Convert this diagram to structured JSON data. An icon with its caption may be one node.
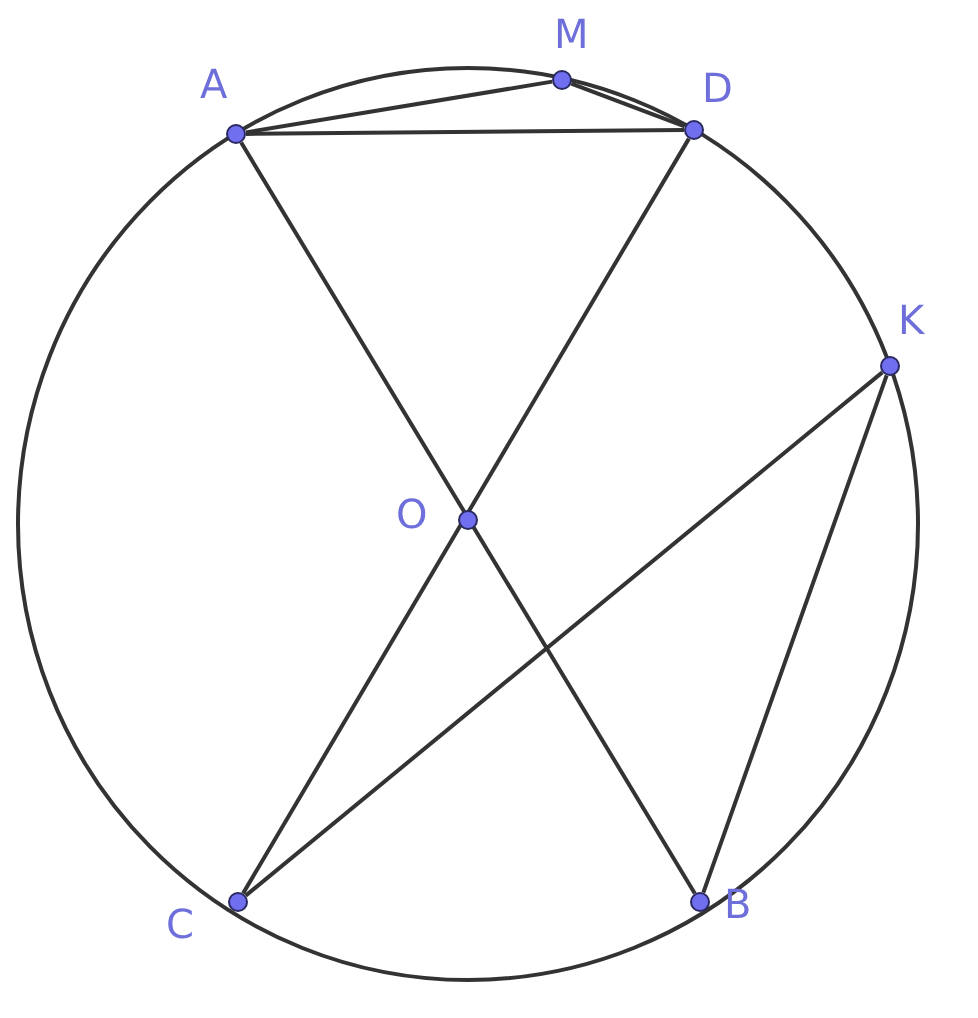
{
  "diagram": {
    "nodes": [
      {
        "text": [
          "A"
        ]
      },
      {
        "text": [
          "M"
        ]
      },
      {
        "text": [
          "D"
        ]
      },
      {
        "text": [
          "K"
        ]
      },
      {
        "text": [
          "O"
        ]
      },
      {
        "text": [
          "C"
        ]
      },
      {
        "text": [
          "B"
        ]
      }
    ],
    "edges": [
      {
        "from": 0,
        "to": 1,
        "arrow": "none"
      },
      {
        "from": 1,
        "to": 2,
        "arrow": "none"
      },
      {
        "from": 0,
        "to": 2,
        "arrow": "none"
      },
      {
        "from": 0,
        "to": 6,
        "arrow": "none"
      },
      {
        "from": 2,
        "to": 5,
        "arrow": "none"
      },
      {
        "from": 5,
        "to": 3,
        "arrow": "none"
      },
      {
        "from": 3,
        "to": 6,
        "arrow": "none"
      }
    ]
  }
}
